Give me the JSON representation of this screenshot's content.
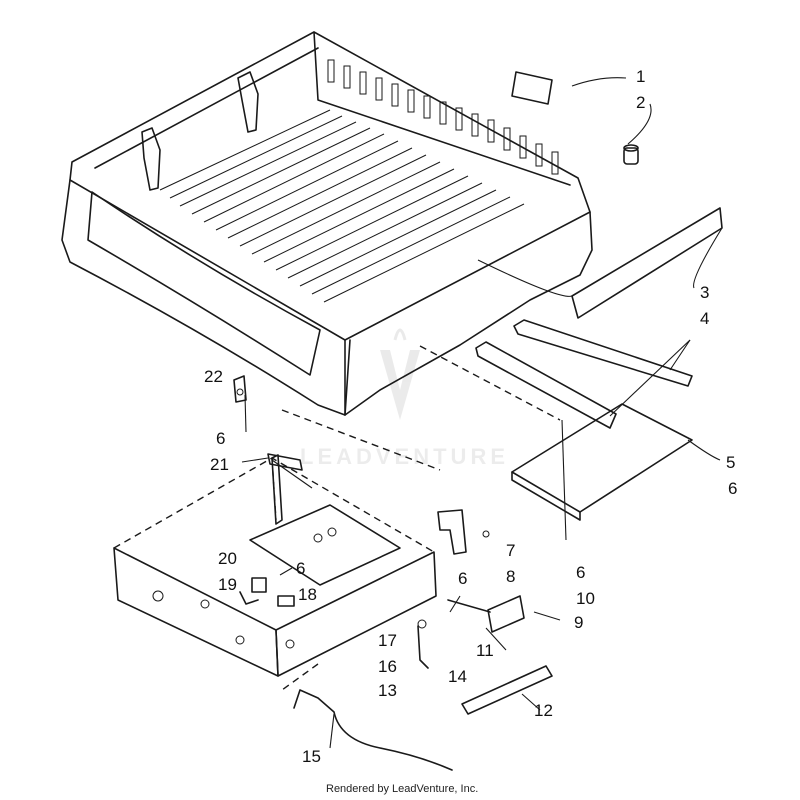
{
  "diagram": {
    "callouts": [
      {
        "id": "c1",
        "label": "1"
      },
      {
        "id": "c2",
        "label": "2"
      },
      {
        "id": "c3",
        "label": "3"
      },
      {
        "id": "c4",
        "label": "4"
      },
      {
        "id": "c5",
        "label": "5"
      },
      {
        "id": "c6a",
        "label": "6"
      },
      {
        "id": "c6b",
        "label": "6"
      },
      {
        "id": "c6c",
        "label": "6"
      },
      {
        "id": "c6d",
        "label": "6"
      },
      {
        "id": "c6e",
        "label": "6"
      },
      {
        "id": "c7",
        "label": "7"
      },
      {
        "id": "c8",
        "label": "8"
      },
      {
        "id": "c9",
        "label": "9"
      },
      {
        "id": "c10",
        "label": "10"
      },
      {
        "id": "c11",
        "label": "11"
      },
      {
        "id": "c12",
        "label": "12"
      },
      {
        "id": "c13",
        "label": "13"
      },
      {
        "id": "c14",
        "label": "14"
      },
      {
        "id": "c15",
        "label": "15"
      },
      {
        "id": "c16",
        "label": "16"
      },
      {
        "id": "c17",
        "label": "17"
      },
      {
        "id": "c18",
        "label": "18"
      },
      {
        "id": "c19",
        "label": "19"
      },
      {
        "id": "c20",
        "label": "20"
      },
      {
        "id": "c21",
        "label": "21"
      },
      {
        "id": "c22",
        "label": "22"
      }
    ],
    "watermark": "LEADVENTURE",
    "credit": "Rendered by LeadVenture, Inc."
  }
}
